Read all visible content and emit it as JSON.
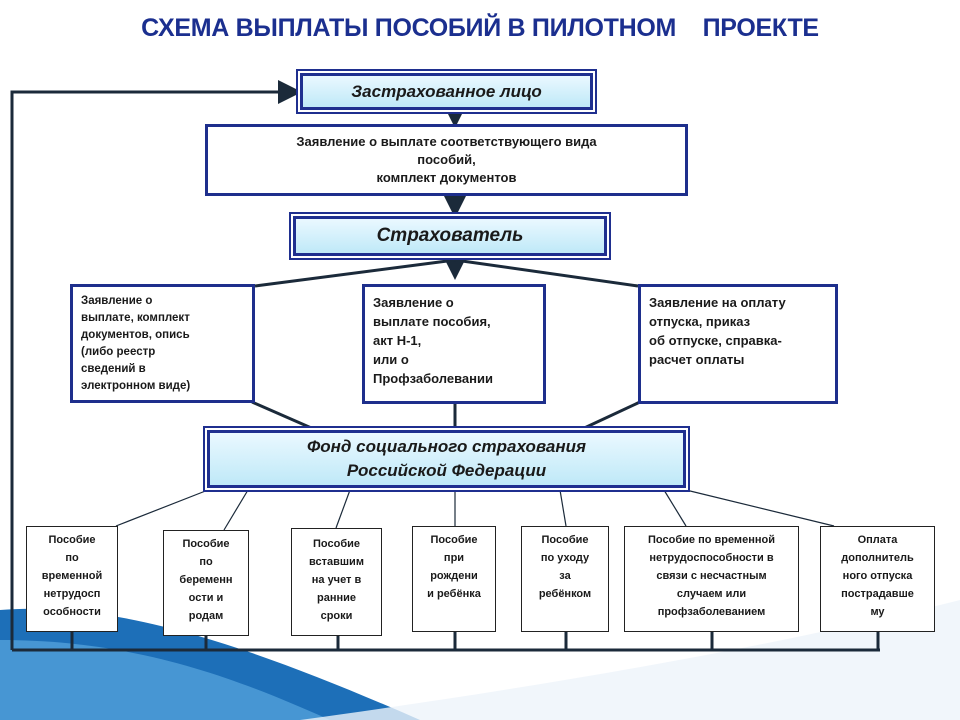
{
  "title": "СХЕМА ВЫПЛАТЫ ПОСОБИЙ В ПИЛОТНОМ    ПРОЕКТЕ",
  "nodes": {
    "insured": "Застрахованное лицо",
    "application": [
      "Заявление о выплате соответствующего вида",
      "пособий,",
      "комплект документов"
    ],
    "insurer": "Страхователь",
    "doc_left": [
      "Заявление о",
      "выплате, комплект",
      "документов, опись",
      "(либо реестр",
      "сведений в",
      "электронном виде)"
    ],
    "doc_middle": [
      "Заявление о",
      "выплате пособия,",
      "акт Н-1,",
      "или о",
      "Профзаболевании"
    ],
    "doc_right": [
      "Заявление на оплату",
      "отпуска, приказ",
      "об отпуске, справка-",
      "расчет  оплаты"
    ],
    "fund": [
      "Фонд социального страхования",
      "Российской Федерации"
    ]
  },
  "benefits": [
    [
      "Пособие",
      "по",
      "временной",
      "нетрудосп",
      "особности"
    ],
    [
      "Пособие",
      "по",
      "беременн",
      "ости и",
      "родам"
    ],
    [
      "Пособие",
      "вставшим",
      "на учет в",
      "ранние",
      "сроки"
    ],
    [
      "Пособие",
      "при",
      "рождени",
      "и ребёнка"
    ],
    [
      "Пособие",
      "по уходу",
      "за",
      "ребёнком"
    ],
    [
      "Пособие по временной",
      "нетрудоспособности в",
      "связи с несчастным",
      "случаем или",
      "профзаболеванием"
    ],
    [
      "Оплата",
      "дополнитель",
      "ного отпуска",
      "пострадавше",
      "му"
    ]
  ],
  "colors": {
    "title": "#1b2f8f",
    "border": "#1f2f8f",
    "line": "#1b2a3a",
    "header_fill": "#bfe9f8",
    "wave": "#1d6fb8"
  }
}
